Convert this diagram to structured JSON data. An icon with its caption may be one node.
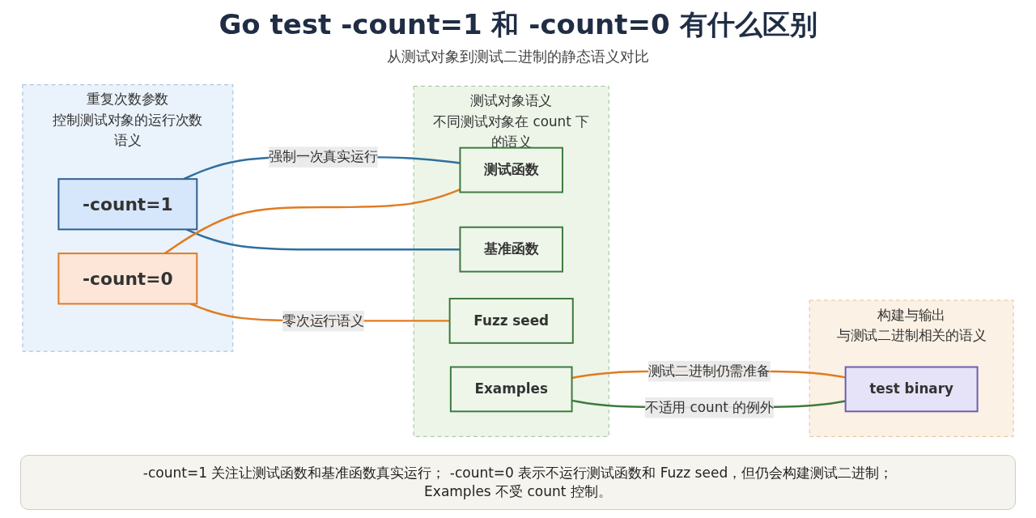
{
  "diagram": {
    "title": "Go test -count=1 和 -count=0 有什么区别",
    "caption": "-count=1 关注让测试函数和基准函数真实运行； -count=0 表示不运行测试函数和 Fuzz seed，但仍会构建测试二进制；Examples 不受 count 控制。",
    "labels": [
      "从测试对象到测试二进制的静态语义对比"
    ],
    "nodes": [
      {
        "text": [
          "重复次数参数",
          "控制测试对象的运行次数语义"
        ]
      },
      {
        "text": [
          "-count=1"
        ],
        "in": 0
      },
      {
        "text": [
          "-count=0"
        ],
        "in": 0
      },
      {
        "text": [
          "测试对象语义",
          "不同测试对象在 count 下的语义"
        ]
      },
      {
        "text": [
          "测试函数"
        ],
        "in": 3
      },
      {
        "text": [
          "基准函数"
        ],
        "in": 3
      },
      {
        "text": [
          "Fuzz seed"
        ],
        "in": 3
      },
      {
        "text": [
          "Examples"
        ],
        "in": 3
      },
      {
        "text": [
          "构建与输出",
          "与测试二进制相关的语义"
        ]
      },
      {
        "text": [
          "test binary"
        ],
        "in": 8
      }
    ],
    "edges": [
      {
        "from": 1,
        "to": 4,
        "arrow": "none",
        "label": "强制一次真实运行",
        "color": "#2f6f9f"
      },
      {
        "from": 1,
        "to": 5,
        "arrow": "none",
        "color": "#2f6f9f"
      },
      {
        "from": 2,
        "to": 4,
        "arrow": "none",
        "color": "#e07b20"
      },
      {
        "from": 2,
        "to": 6,
        "arrow": "none",
        "label": "零次运行语义",
        "color": "#e07b20"
      },
      {
        "from": 7,
        "to": 9,
        "arrow": "none",
        "label": "测试二进制仍需准备",
        "color": "#e07b20"
      },
      {
        "from": 7,
        "to": 9,
        "arrow": "none",
        "label": "不适用 count 的例外",
        "color": "#3d7a3d"
      }
    ]
  }
}
